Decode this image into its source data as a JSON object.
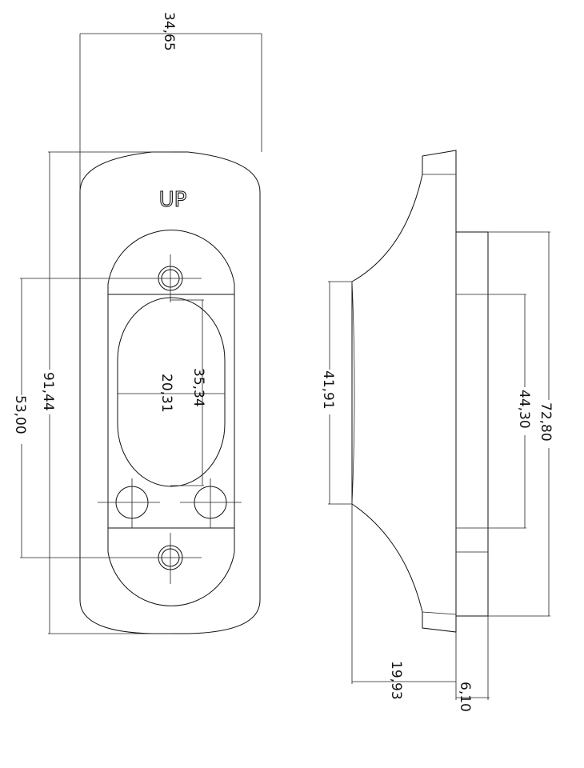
{
  "front_view": {
    "label": "UP",
    "dimensions": {
      "width": "34,65",
      "height": "91,44",
      "hole_spacing": "53,00",
      "slot_length": "35,34",
      "slot_width": "20,31"
    }
  },
  "side_view": {
    "dimensions": {
      "face_height": "41,91",
      "overall_height": "72,80",
      "inner_height": "44,30",
      "depth": "19,93",
      "flange": "6,10"
    }
  }
}
